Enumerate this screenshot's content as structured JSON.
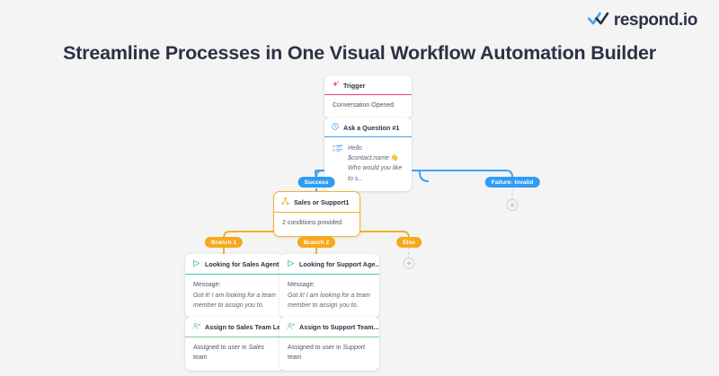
{
  "brand": {
    "name": "respond.io",
    "logo_icon": "double-check-icon",
    "logo_color": "#3fa2f7",
    "text_color": "#2b3243"
  },
  "header": {
    "title": "Streamline Processes in One Visual Workflow Automation Builder"
  },
  "canvas": {
    "background": "#f4f4f5",
    "colors": {
      "trigger_accent": "#e8416f",
      "question_accent": "#3fa2f7",
      "branch_accent": "#f5b025",
      "message_accent": "#4ec4b0",
      "assign_accent": "#7ecb9a",
      "edge_blue": "#3fa2f7",
      "edge_orange": "#f5b025",
      "edge_pink": "#e8416f",
      "edge_teal": "#3aa99a",
      "edge_dashed": "#c9cdd4"
    }
  },
  "nodes": {
    "trigger": {
      "icon": "spark-trigger-icon",
      "title": "Trigger",
      "body": "Conversation Opened"
    },
    "ask_question": {
      "icon": "clock-question-icon",
      "title": "Ask a Question #1",
      "media_icon": "message-lines-icon",
      "message_line_1": "Hello $contact.name",
      "message_emoji": "👋",
      "message_line_2": "Who would you like to s..."
    },
    "sales_or_support": {
      "icon": "branch-split-icon",
      "title": "Sales or Support1",
      "body": "2 conditions provided"
    },
    "looking_sales": {
      "icon": "send-message-icon",
      "title": "Looking for Sales Agent",
      "body_label": "Message:",
      "body_message": "Got it! I am looking for a team member to assign you to."
    },
    "looking_support": {
      "icon": "send-message-icon",
      "title": "Looking for Support Age...",
      "body_label": "Message:",
      "body_message": "Got it! I am looking for a team member to assign you to."
    },
    "assign_sales": {
      "icon": "assign-user-icon",
      "title": "Assign to Sales Team Le...",
      "body_prefix": "Assigned to user in",
      "body_team": "Sales",
      "body_suffix": "team"
    },
    "assign_support": {
      "icon": "assign-user-icon",
      "title": "Assign to Support Team...",
      "body_prefix": "Assigned to user in",
      "body_team": "Support",
      "body_suffix": "team"
    }
  },
  "pills": {
    "success": "Success",
    "failure_invalid": "Failure: Invalid",
    "branch_1": "Branch 1",
    "branch_2": "Branch 2",
    "else": "Else"
  },
  "add_buttons": {
    "failure_add": "add-step-button",
    "else_add": "add-step-button"
  }
}
